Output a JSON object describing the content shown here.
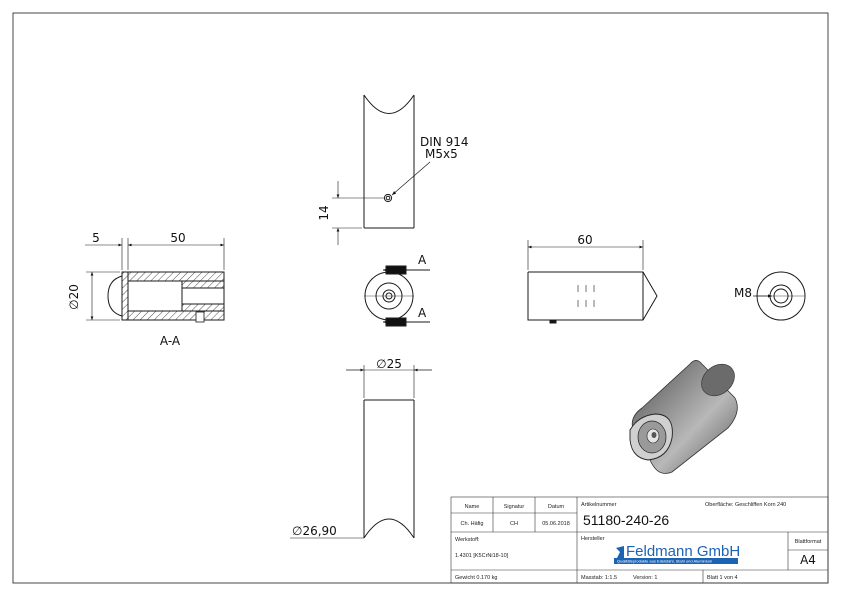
{
  "dimensions": {
    "din_label": "DIN 914",
    "thread_label": "M5x5",
    "d14": "14",
    "d5": "5",
    "d50": "50",
    "d20": "∅20",
    "section": "A-A",
    "a_top": "A",
    "a_bottom": "A",
    "d60": "60",
    "m8": "M8",
    "d25": "∅25",
    "d2690": "∅26,90"
  },
  "title_block": {
    "h_name": "Name",
    "h_signature": "Signatur",
    "h_date": "Datum",
    "name": "Ch. Häfig",
    "signature": "CH",
    "date": "05.06.2018",
    "werkstoff_label": "Werkstoff:",
    "werkstoff": "1.4301 [K5CrNi18-10]",
    "gewicht": "Gewicht 0.170 kg",
    "artikel_label": "Artikelnummer",
    "artikel": "51180-240-26",
    "oberflaeche": "Oberfläche: Geschliffen Korn 240",
    "hersteller": "Hersteller",
    "logo": "Feldmann GmbH",
    "logo_tagline": "Qualitätsprodukte aus Edelstahl, Stahl und Aluminium",
    "massstab": "Masstab: 1:1.5",
    "version": "Version:   1",
    "blatt": "Blatt 1 von 4",
    "blattformat_label": "Blattformat",
    "blattformat": "A4"
  },
  "colors": {
    "line": "#1a1a1a",
    "logo_blue": "#1d63b4",
    "shade_dark": "#5a5a5a",
    "shade_light": "#c8c8c8"
  }
}
